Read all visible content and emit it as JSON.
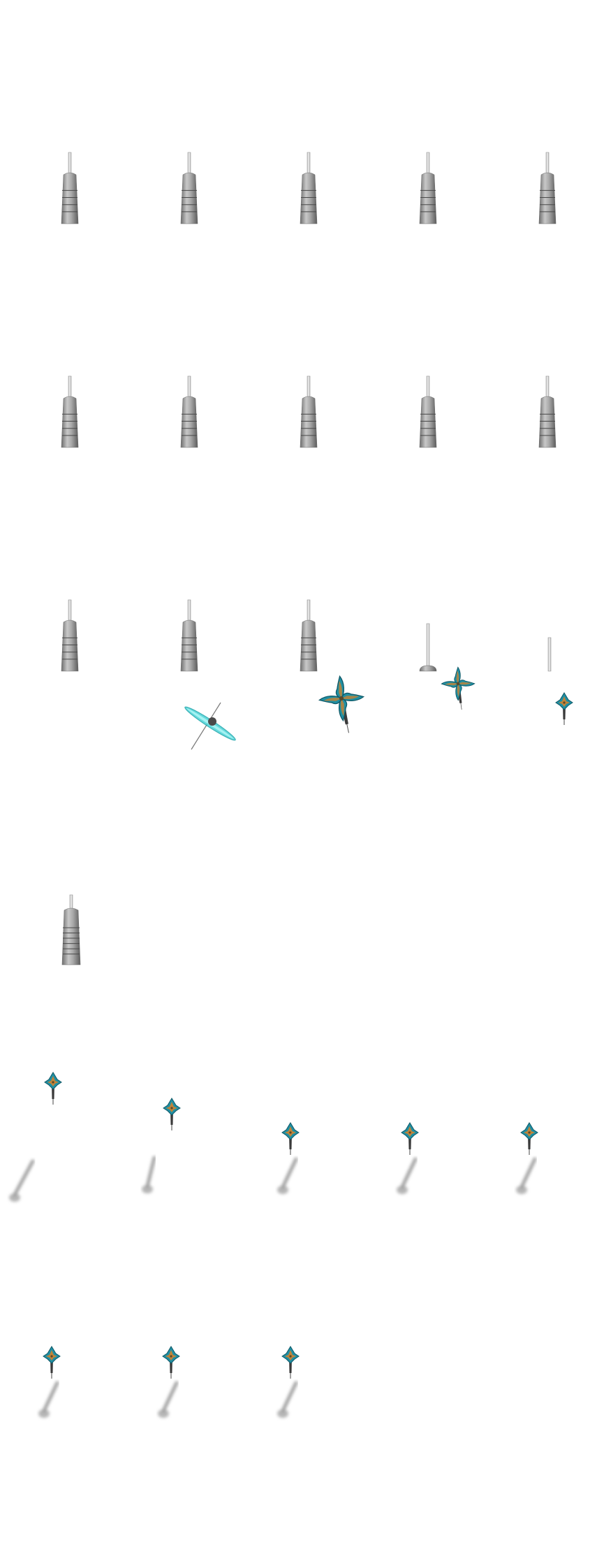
{
  "sprite_sheet": {
    "colors": {
      "barrel_light": "#c8c8c8",
      "barrel_mid": "#9a9a9a",
      "barrel_dark": "#6e6e6e",
      "shaft": "#d9d9d9",
      "flight_teal": "#1f8fa3",
      "flight_inner": "#c0843a",
      "flight_cyan": "#4ad3d6",
      "shadow": "#9a9a9a"
    },
    "frames": [
      {
        "kind": "barrel-top",
        "icon": "dart-barrel-icon"
      },
      {
        "kind": "barrel-top",
        "icon": "dart-barrel-icon"
      },
      {
        "kind": "barrel-top",
        "icon": "dart-barrel-icon"
      },
      {
        "kind": "barrel-top",
        "icon": "dart-barrel-icon"
      },
      {
        "kind": "barrel-top",
        "icon": "dart-barrel-icon"
      },
      {
        "kind": "barrel-top",
        "icon": "dart-barrel-icon"
      },
      {
        "kind": "barrel-top",
        "icon": "dart-barrel-icon"
      },
      {
        "kind": "barrel-top",
        "icon": "dart-barrel-icon"
      },
      {
        "kind": "barrel-top",
        "icon": "dart-barrel-icon"
      },
      {
        "kind": "barrel-top",
        "icon": "dart-barrel-icon"
      },
      {
        "kind": "barrel-top",
        "icon": "dart-barrel-icon"
      },
      {
        "kind": "barrel-top",
        "icon": "dart-barrel-icon"
      },
      {
        "kind": "barrel-top",
        "icon": "dart-barrel-icon"
      },
      {
        "kind": "barrel-sink",
        "icon": "dart-barrel-icon"
      },
      {
        "kind": "shaft-only",
        "icon": "dart-shaft-icon"
      },
      {
        "kind": "empty",
        "icon": "empty-frame"
      },
      {
        "kind": "spin-edge",
        "icon": "dart-spinning-icon"
      },
      {
        "kind": "flight-large",
        "icon": "dart-flight-icon"
      },
      {
        "kind": "flight-medium",
        "icon": "dart-flight-icon"
      },
      {
        "kind": "flight-small",
        "icon": "dart-flight-icon"
      },
      {
        "kind": "barrel-tall",
        "icon": "dart-barrel-icon"
      },
      {
        "kind": "empty",
        "icon": "empty-frame"
      },
      {
        "kind": "empty",
        "icon": "empty-frame"
      },
      {
        "kind": "empty",
        "icon": "empty-frame"
      },
      {
        "kind": "empty",
        "icon": "empty-frame"
      },
      {
        "kind": "flight-shadow-far",
        "icon": "dart-with-shadow-icon"
      },
      {
        "kind": "flight-shadow-mid",
        "icon": "dart-with-shadow-icon"
      },
      {
        "kind": "flight-shadow",
        "icon": "dart-with-shadow-icon"
      },
      {
        "kind": "flight-shadow",
        "icon": "dart-with-shadow-icon"
      },
      {
        "kind": "flight-shadow",
        "icon": "dart-with-shadow-icon"
      },
      {
        "kind": "flight-shadow",
        "icon": "dart-with-shadow-icon"
      },
      {
        "kind": "flight-shadow",
        "icon": "dart-with-shadow-icon"
      },
      {
        "kind": "flight-shadow",
        "icon": "dart-with-shadow-icon"
      }
    ]
  }
}
